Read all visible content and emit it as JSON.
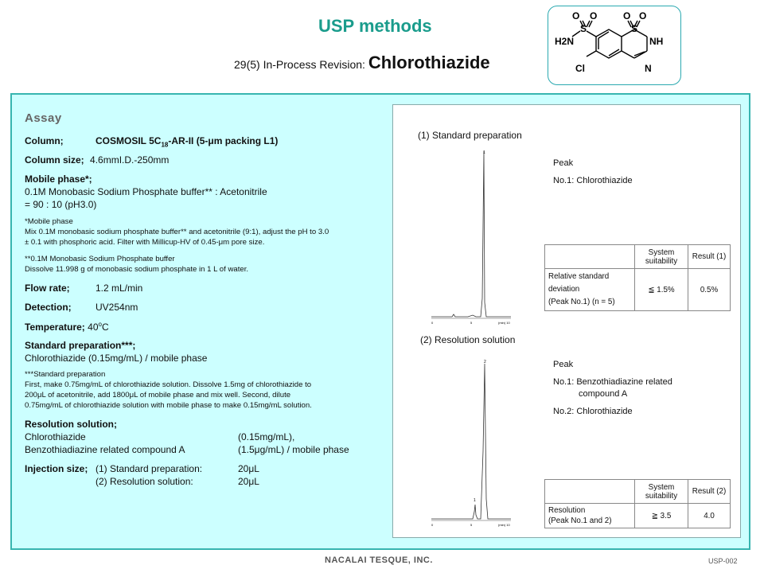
{
  "header": {
    "title": "USP methods",
    "revision_prefix": "29(5) In-Process Revision:",
    "compound": "Chlorothiazide"
  },
  "structure": {
    "atoms": [
      "O",
      "O",
      "O",
      "O",
      "S",
      "S",
      "H2N",
      "NH",
      "Cl",
      "N"
    ]
  },
  "assay": {
    "heading": "Assay",
    "column_label": "Column;",
    "column_value_prefix": "COSMOSIL 5C",
    "column_value_sub": "18",
    "column_value_suffix": "-AR-II (5-μm packing L1)",
    "column_size_label": "Column size;",
    "column_size_value": "4.6mmI.D.-250mm",
    "mobile_phase_label": "Mobile phase*;",
    "mobile_phase_line1": "0.1M Monobasic Sodium Phosphate buffer** : Acetonitrile",
    "mobile_phase_line2": "= 90 : 10 (pH3.0)",
    "note1_line1": "*Mobile phase",
    "note1_line2": "Mix 0.1M monobasic sodium phosphate buffer** and acetonitrile (9:1), adjust the pH to 3.0",
    "note1_line3": "± 0.1 with phosphoric acid. Filter with Millicup-HV of 0.45-μm pore size.",
    "note2_line1": "**0.1M Monobasic Sodium Phosphate buffer",
    "note2_line2": "Dissolve 11.998 g of monobasic sodium phosphate in 1 L of water.",
    "flow_rate_label": "Flow rate;",
    "flow_rate_value": "1.2 mL/min",
    "detection_label": "Detection;",
    "detection_value": "UV254nm",
    "temperature_label": "Temperature;",
    "temperature_value": "40",
    "temperature_unit_sup": "o",
    "temperature_unit": "C",
    "std_prep_label": "Standard preparation***;",
    "std_prep_value": "Chlorothiazide (0.15mg/mL) / mobile phase",
    "note3_line1": "***Standard preparation",
    "note3_line2": "First, make 0.75mg/mL of chlorothiazide solution. Dissolve 1.5mg of chlorothiazide to",
    "note3_line3": "200μL of acetonitrile, add 1800μL of mobile phase and mix well. Second, dilute",
    "note3_line4": "0.75mg/mL of chlorothiazide solution with mobile phase to make 0.15mg/mL solution.",
    "resolution_label": "Resolution solution;",
    "resolution_comp1": "Chlorothiazide",
    "resolution_conc1": "(0.15mg/mL),",
    "resolution_comp2": "Benzothiadiazine related compound A",
    "resolution_conc2": "(1.5μg/mL) / mobile phase",
    "injection_label": "Injection size;",
    "injection_item1": "(1) Standard preparation:",
    "injection_vol1": "20μL",
    "injection_item2": "(2) Resolution solution:",
    "injection_vol2": "20μL"
  },
  "chromatogram1": {
    "label": "(1) Standard preparation",
    "peak_title": "Peak",
    "peak1": "No.1: Chlorothiazide",
    "peak_number": "1",
    "axis_ticks": [
      "0",
      "5",
      "(min) 10"
    ],
    "table": {
      "col1": "System suitability",
      "col2": "Result (1)",
      "row_label_line1": "Relative standard",
      "row_label_line2": "deviation",
      "row_label_line3": "(Peak No.1) (n = 5)",
      "criterion": "≦ 1.5%",
      "result": "0.5%"
    }
  },
  "chromatogram2": {
    "label": "(2) Resolution solution",
    "peak_title": "Peak",
    "peak1_line1": "No.1: Benzothiadiazine related",
    "peak1_line2": "compound A",
    "peak2": "No.2: Chlorothiazide",
    "peak_number1": "1",
    "peak_number2": "2",
    "axis_ticks": [
      "0",
      "5",
      "(min) 10"
    ],
    "table": {
      "col1": "System suitability",
      "col2": "Result (2)",
      "row_label_line1": "Resolution",
      "row_label_line2": "(Peak No.1 and 2)",
      "criterion": "≧ 3.5",
      "result": "4.0"
    }
  },
  "footer": {
    "company": "NACALAI TESQUE, INC.",
    "code": "USP-002"
  },
  "colors": {
    "title": "#1a9c8c",
    "panel_bg": "#ccffff",
    "panel_border": "#37b5b0"
  }
}
